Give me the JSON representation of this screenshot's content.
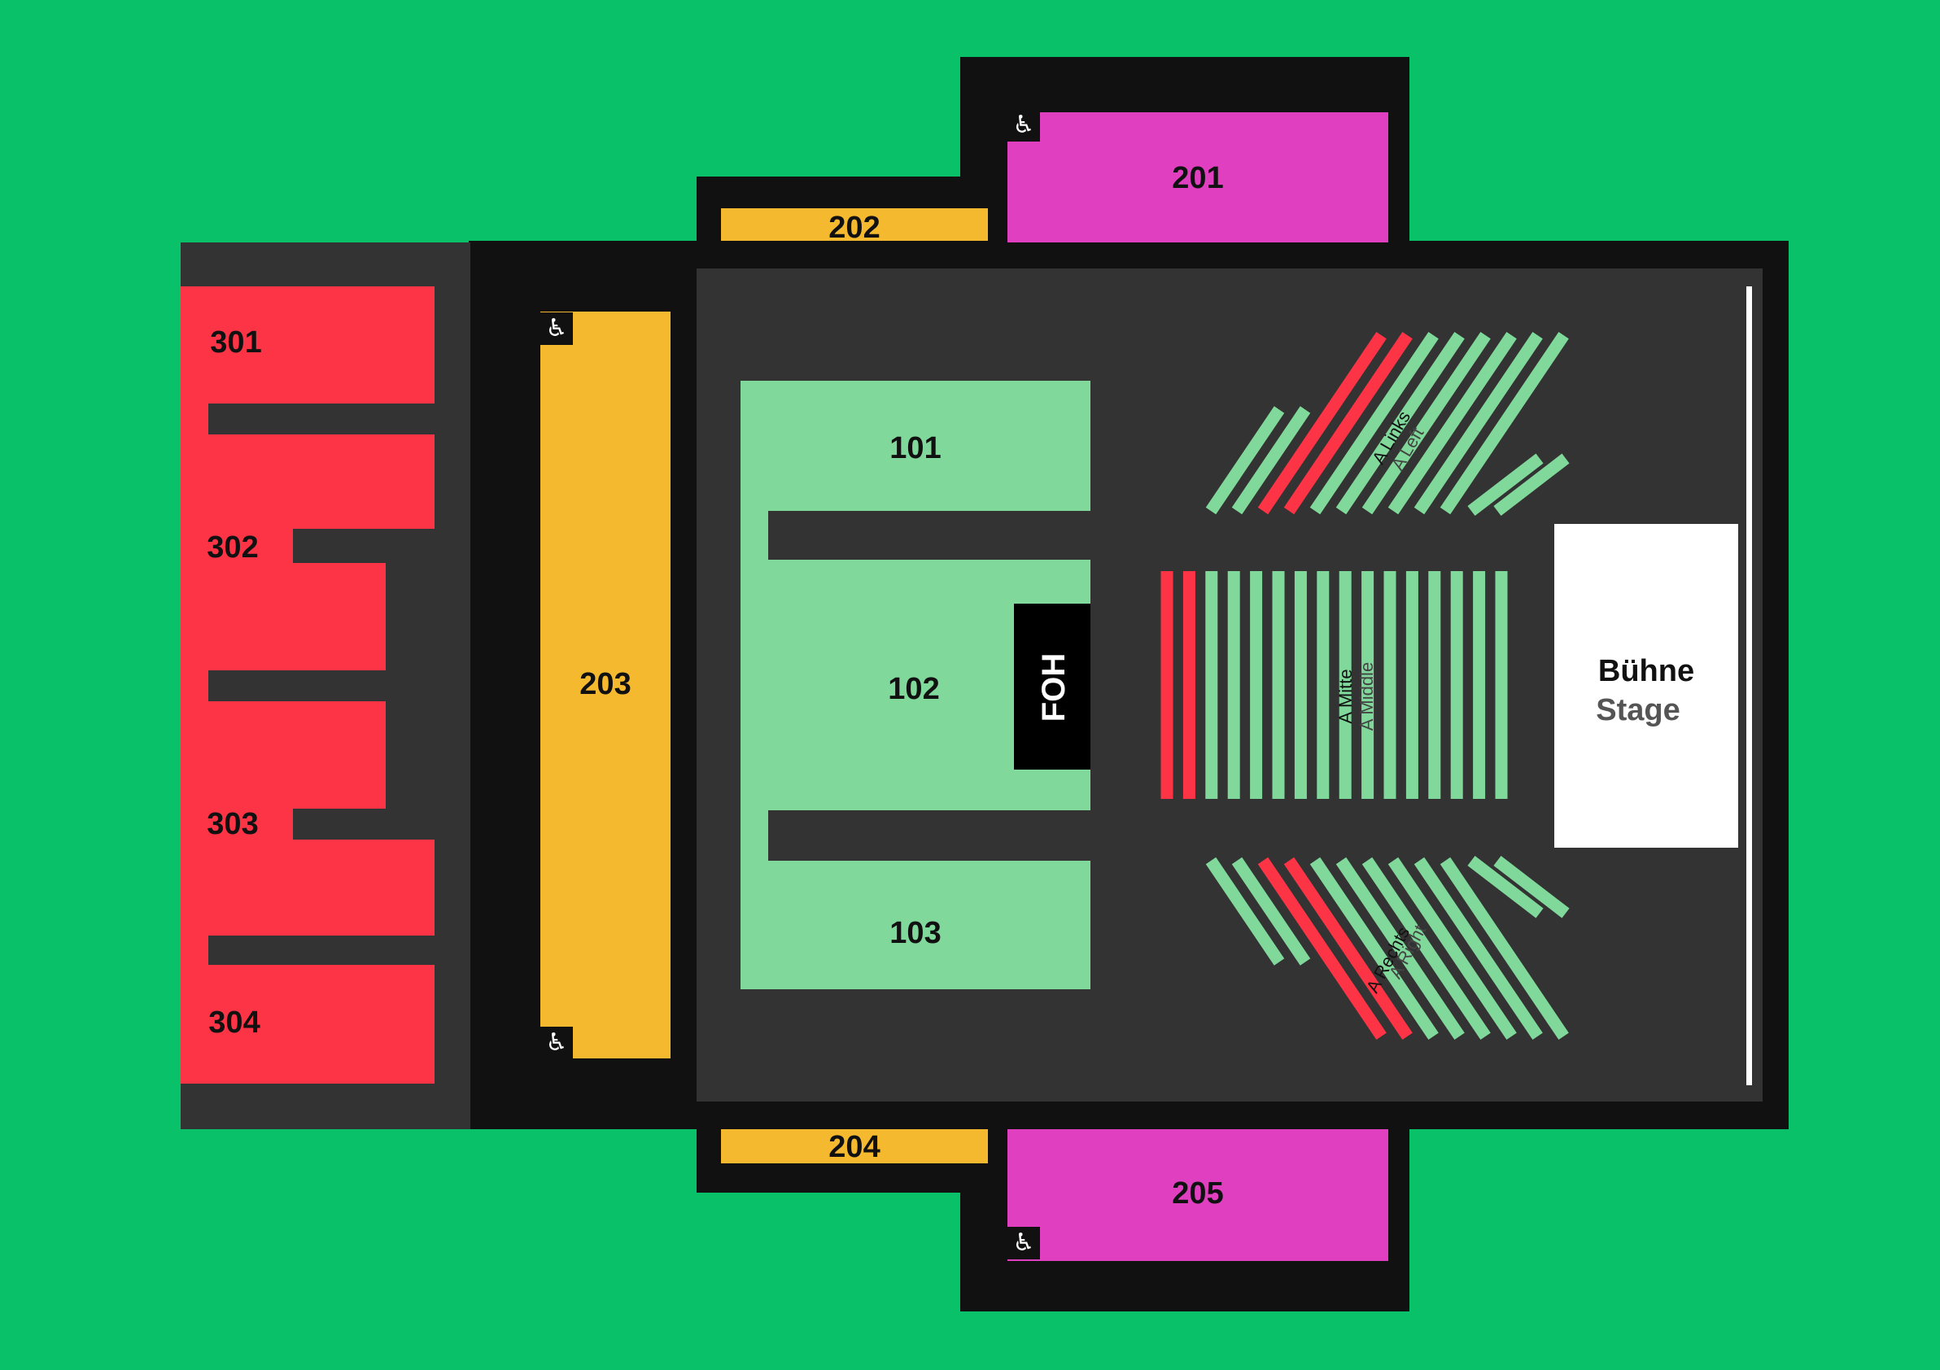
{
  "colors": {
    "background": "#08c168",
    "hall": "#111111",
    "floor": "#333333",
    "red": "#fd3446",
    "yellow": "#f5b930",
    "magenta": "#e040c0",
    "lightgreen": "#80d99b",
    "stage": "#ffffff",
    "row_green": "#80d99b",
    "row_red": "#fd3446"
  },
  "sections": {
    "s101": "101",
    "s102": "102",
    "s103": "103",
    "s201": "201",
    "s202": "202",
    "s203": "203",
    "s204": "204",
    "s205": "205",
    "s301": "301",
    "s302": "302",
    "s303": "303",
    "s304": "304"
  },
  "foh": "FOH",
  "stage": {
    "de": "Bühne",
    "en": "Stage"
  },
  "blocks": {
    "left": {
      "de": "A Links",
      "en": "A Left"
    },
    "middle": {
      "de": "A Mitte",
      "en": "A Middle"
    },
    "right": {
      "de": "A Rechts",
      "en": "A Right"
    }
  },
  "icons": {
    "wheelchair": "wheelchair-icon"
  },
  "rows": {
    "middle_count": 16,
    "middle_red": 2,
    "left_count": 12,
    "right_count": 12
  }
}
